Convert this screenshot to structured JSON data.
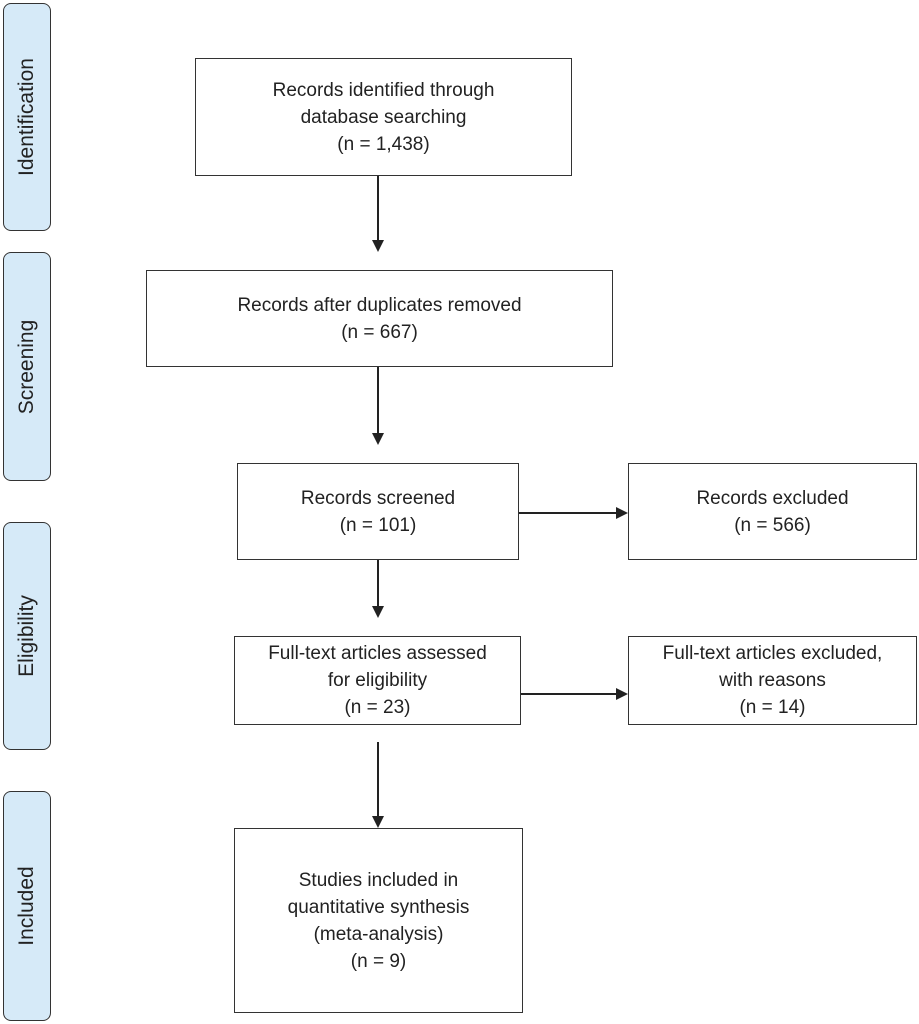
{
  "stages": [
    {
      "key": "identification",
      "label": "Identification"
    },
    {
      "key": "screening",
      "label": "Screening"
    },
    {
      "key": "eligibility",
      "label": "Eligibility"
    },
    {
      "key": "included",
      "label": "Included"
    }
  ],
  "boxes": {
    "identified": {
      "lines": [
        "Records identified through",
        "database searching",
        "(n = 1,438)"
      ]
    },
    "duplicates_removed": {
      "lines": [
        "Records after duplicates removed",
        "(n = 667)"
      ]
    },
    "screened": {
      "lines": [
        "Records screened",
        "(n = 101)"
      ]
    },
    "excluded": {
      "lines": [
        "Records excluded",
        "(n = 566)"
      ]
    },
    "fulltext_assessed": {
      "lines": [
        "Full-text articles assessed",
        "for eligibility",
        "(n = 23)"
      ]
    },
    "fulltext_excluded": {
      "lines": [
        "Full-text articles excluded,",
        "with reasons",
        "(n = 14)"
      ]
    },
    "included": {
      "lines": [
        "Studies included in",
        "quantitative synthesis",
        "(meta-analysis)",
        "(n = 9)"
      ]
    }
  },
  "colors": {
    "stage_fill": "#d6eaf8",
    "border": "#333333",
    "text": "#222222"
  }
}
